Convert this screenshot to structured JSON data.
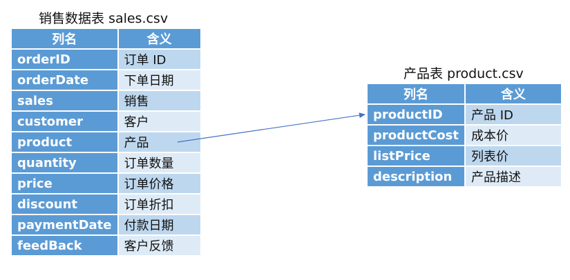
{
  "sales": {
    "caption": "销售数据表 sales.csv",
    "headers": {
      "name": "列名",
      "meaning": "含义"
    },
    "rows": [
      {
        "name": "orderID",
        "meaning": "订单 ID"
      },
      {
        "name": "orderDate",
        "meaning": "下单日期"
      },
      {
        "name": "sales",
        "meaning": "销售"
      },
      {
        "name": "customer",
        "meaning": "客户"
      },
      {
        "name": "product",
        "meaning": "产品"
      },
      {
        "name": "quantity",
        "meaning": "订单数量"
      },
      {
        "name": "price",
        "meaning": "订单价格"
      },
      {
        "name": "discount",
        "meaning": "订单折扣"
      },
      {
        "name": "paymentDate",
        "meaning": "付款日期"
      },
      {
        "name": "feedBack",
        "meaning": "客户反馈"
      }
    ]
  },
  "product": {
    "caption": "产品表 product.csv",
    "headers": {
      "name": "列名",
      "meaning": "含义"
    },
    "rows": [
      {
        "name": "productID",
        "meaning": "产品 ID"
      },
      {
        "name": "productCost",
        "meaning": "成本价"
      },
      {
        "name": "listPrice",
        "meaning": "列表价"
      },
      {
        "name": "description",
        "meaning": "产品描述"
      }
    ]
  },
  "colors": {
    "header": "#5b9bd5",
    "row_dark": "#bdd7ee",
    "row_light": "#deebf7",
    "arrow": "#4472c4"
  },
  "relation": {
    "from": "sales.product",
    "to": "product.productID"
  }
}
